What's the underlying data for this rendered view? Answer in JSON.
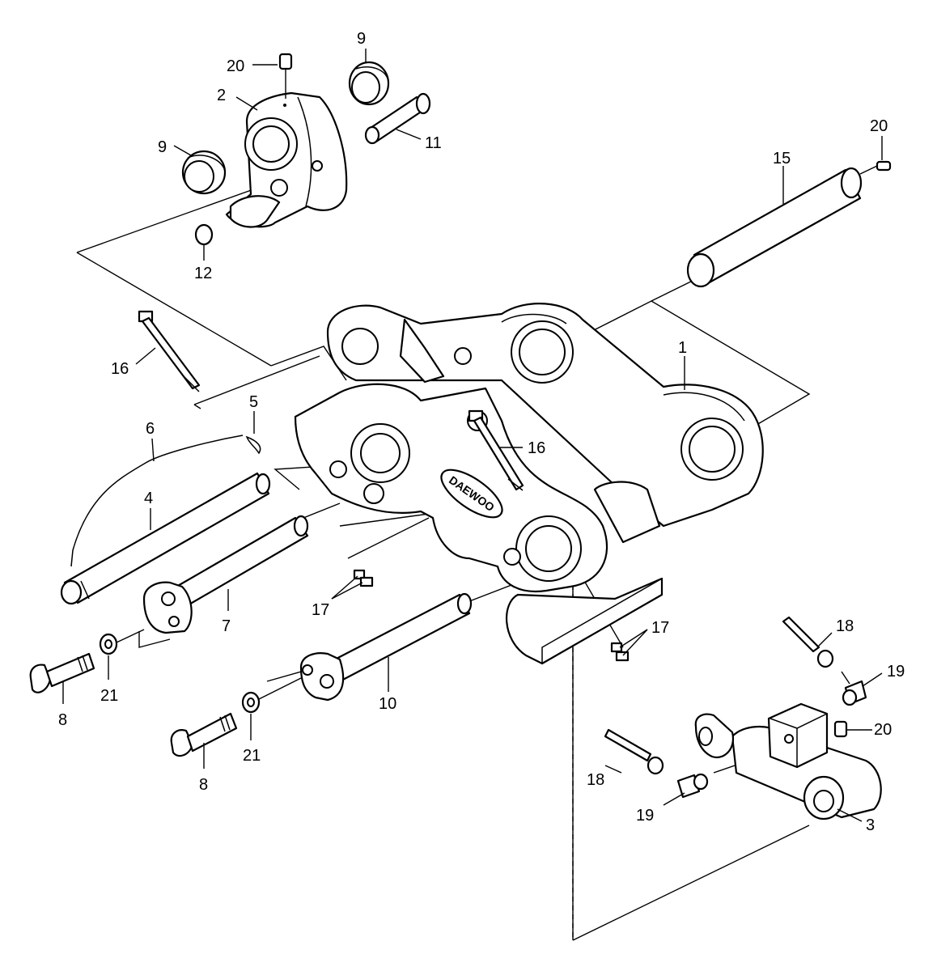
{
  "brand": {
    "logo_text": "DAEWOO"
  },
  "callouts": [
    {
      "id": "c1",
      "label": "1"
    },
    {
      "id": "c2",
      "label": "2"
    },
    {
      "id": "c3",
      "label": "3"
    },
    {
      "id": "c4",
      "label": "4"
    },
    {
      "id": "c5",
      "label": "5"
    },
    {
      "id": "c6",
      "label": "6"
    },
    {
      "id": "c7",
      "label": "7"
    },
    {
      "id": "c8a",
      "label": "8"
    },
    {
      "id": "c8b",
      "label": "8"
    },
    {
      "id": "c9a",
      "label": "9"
    },
    {
      "id": "c9b",
      "label": "9"
    },
    {
      "id": "c10",
      "label": "10"
    },
    {
      "id": "c11",
      "label": "11"
    },
    {
      "id": "c12",
      "label": "12"
    },
    {
      "id": "c15",
      "label": "15"
    },
    {
      "id": "c16a",
      "label": "16"
    },
    {
      "id": "c16b",
      "label": "16"
    },
    {
      "id": "c17a",
      "label": "17"
    },
    {
      "id": "c17b",
      "label": "17"
    },
    {
      "id": "c18a",
      "label": "18"
    },
    {
      "id": "c18b",
      "label": "18"
    },
    {
      "id": "c19a",
      "label": "19"
    },
    {
      "id": "c19b",
      "label": "19"
    },
    {
      "id": "c20a",
      "label": "20"
    },
    {
      "id": "c20b",
      "label": "20"
    },
    {
      "id": "c20c",
      "label": "20"
    },
    {
      "id": "c21a",
      "label": "21"
    },
    {
      "id": "c21b",
      "label": "21"
    }
  ]
}
